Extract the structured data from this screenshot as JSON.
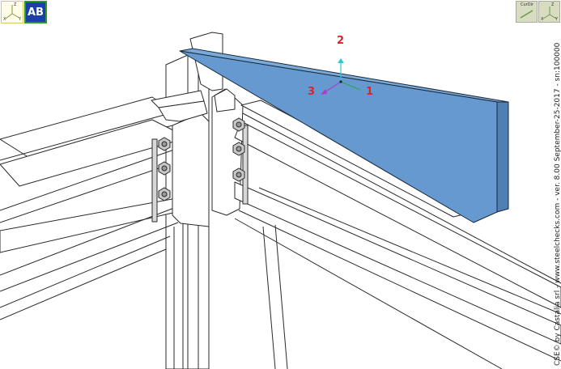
{
  "toolbar": {
    "ab_label": "AB",
    "curdir_label": "CurDir",
    "triad_left": {
      "z": "Z",
      "x": "X",
      "y": "Y"
    },
    "triad_right": {
      "z": "Z",
      "x": "X",
      "y": "Y"
    }
  },
  "local_axes": {
    "axis1": "1",
    "axis2": "2",
    "axis3": "3"
  },
  "watermark": "CSE© by Castalia srl - www.steelchecks.com - ver. 8.00 September-25-2017 - sn:100000",
  "colors": {
    "plate_fill": "#6599cf",
    "ab_bg": "#1d3fa8",
    "ab_border": "#2a9a2a",
    "axis_label": "#e0202a"
  }
}
